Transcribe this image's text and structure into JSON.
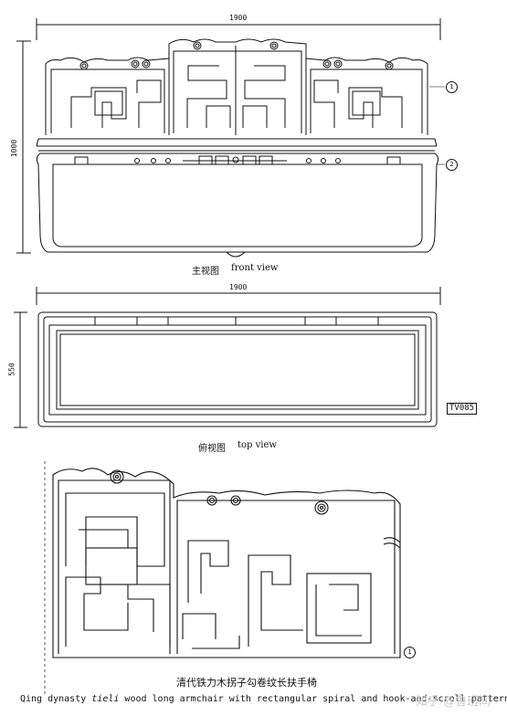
{
  "front_view": {
    "width_dim": "1900",
    "height_dim": "1000",
    "label_cn": "主视图",
    "label_en": "front view",
    "callout_1": "1",
    "callout_2": "2"
  },
  "top_view": {
    "width_dim": "1900",
    "depth_dim": "550",
    "label_cn": "俯视图",
    "label_en": "top view",
    "code": "TV085"
  },
  "detail_view": {
    "callout": "1"
  },
  "caption": {
    "chinese": "清代铁力木拐子勾卷纹长扶手椅",
    "english_prefix": "Qing dynasty",
    "english_italic": "tieli",
    "english_suffix": "wood long armchair with rectangular spiral and hook-and-scroll pattern"
  },
  "watermark": "知乎 @鲁班间",
  "colors": {
    "line": "#111111",
    "background": "#ffffff",
    "watermark": "#c9c9c9"
  }
}
